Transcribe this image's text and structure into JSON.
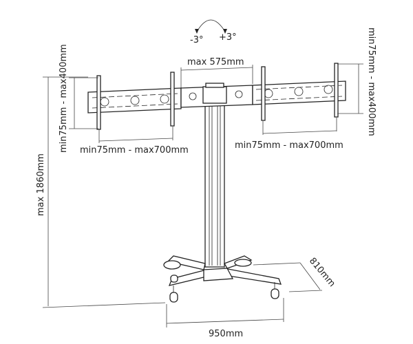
{
  "diagram": {
    "tilt": {
      "minus": "-3°",
      "plus": "+3°"
    },
    "center_width": "max 575mm",
    "left_height": "min75mm - max400mm",
    "right_height": "min75mm - max400mm",
    "left_width": "min75mm - max700mm",
    "right_width": "min75mm - max700mm",
    "total_height": "max 1860mm",
    "base_width": "950mm",
    "base_depth": "810mm"
  }
}
